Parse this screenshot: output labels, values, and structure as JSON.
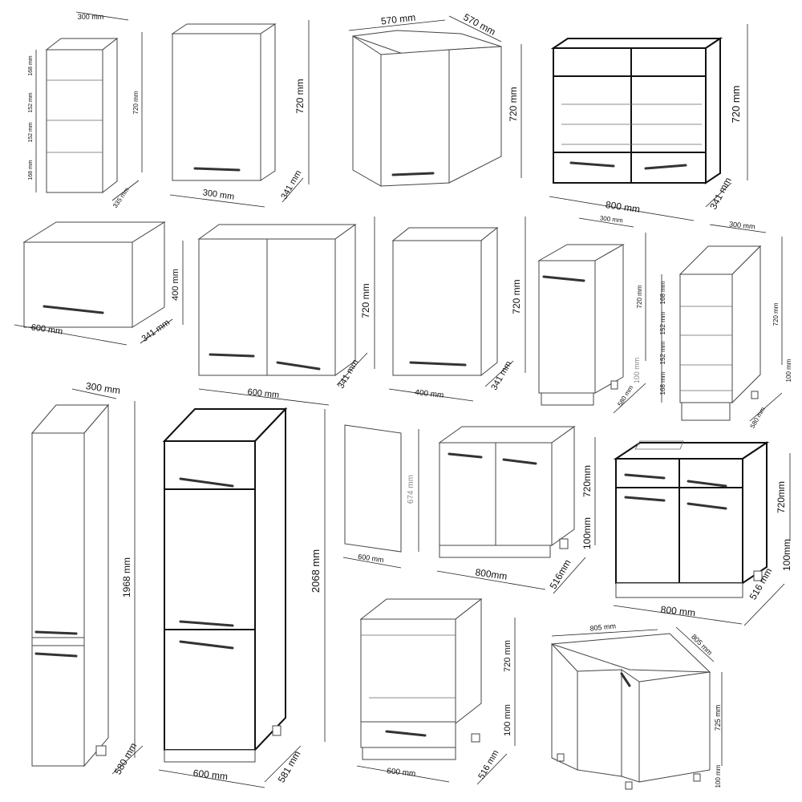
{
  "cabinets": [
    {
      "name": "open-wall-shelf-300",
      "labels": [
        "300 mm",
        "720 mm",
        "335 mm",
        "168 mm",
        "152 mm",
        "152 mm",
        "168 mm"
      ]
    },
    {
      "name": "wall-cabinet-300",
      "labels": [
        "720 mm",
        "300 mm",
        "341 mm"
      ]
    },
    {
      "name": "corner-wall-cabinet-570",
      "labels": [
        "570 mm",
        "570 mm",
        "720 mm"
      ]
    },
    {
      "name": "glass-wall-cabinet-800",
      "labels": [
        "720 mm",
        "800 mm",
        "341 mm"
      ]
    },
    {
      "name": "flap-wall-cabinet-600",
      "labels": [
        "400 mm",
        "600 mm",
        "341 mm"
      ]
    },
    {
      "name": "wall-cabinet-600",
      "labels": [
        "720 mm",
        "600 mm",
        "341 mm"
      ]
    },
    {
      "name": "wall-cabinet-400",
      "labels": [
        "720 mm",
        "400 mm",
        "341 mm"
      ]
    },
    {
      "name": "base-cabinet-300",
      "labels": [
        "300 mm",
        "720 mm",
        "100 mm",
        "580 mm"
      ]
    },
    {
      "name": "open-base-shelf-300",
      "labels": [
        "300 mm",
        "720 mm",
        "100 mm",
        "168 mm",
        "152 mm",
        "152 mm",
        "168 mm",
        "580 mm"
      ]
    },
    {
      "name": "tall-cabinet-300",
      "labels": [
        "300 mm",
        "1968 mm",
        "580 mm"
      ]
    },
    {
      "name": "tall-fridge-cabinet-600",
      "labels": [
        "2068 mm",
        "600 mm",
        "581 mm"
      ]
    },
    {
      "name": "end-panel-600",
      "labels": [
        "674 mm",
        "600 mm"
      ]
    },
    {
      "name": "sink-base-cabinet-800",
      "labels": [
        "720mm",
        "100mm",
        "800mm",
        "516mm"
      ]
    },
    {
      "name": "drawer-base-cabinet-800",
      "labels": [
        "720mm",
        "100mm",
        "800 mm",
        "516 mm"
      ]
    },
    {
      "name": "oven-base-cabinet-600",
      "labels": [
        "720 mm",
        "100 mm",
        "600 mm",
        "516 mm"
      ]
    },
    {
      "name": "corner-base-cabinet-805",
      "labels": [
        "805 mm",
        "805 mm",
        "725 mm",
        "100 mm"
      ]
    }
  ]
}
